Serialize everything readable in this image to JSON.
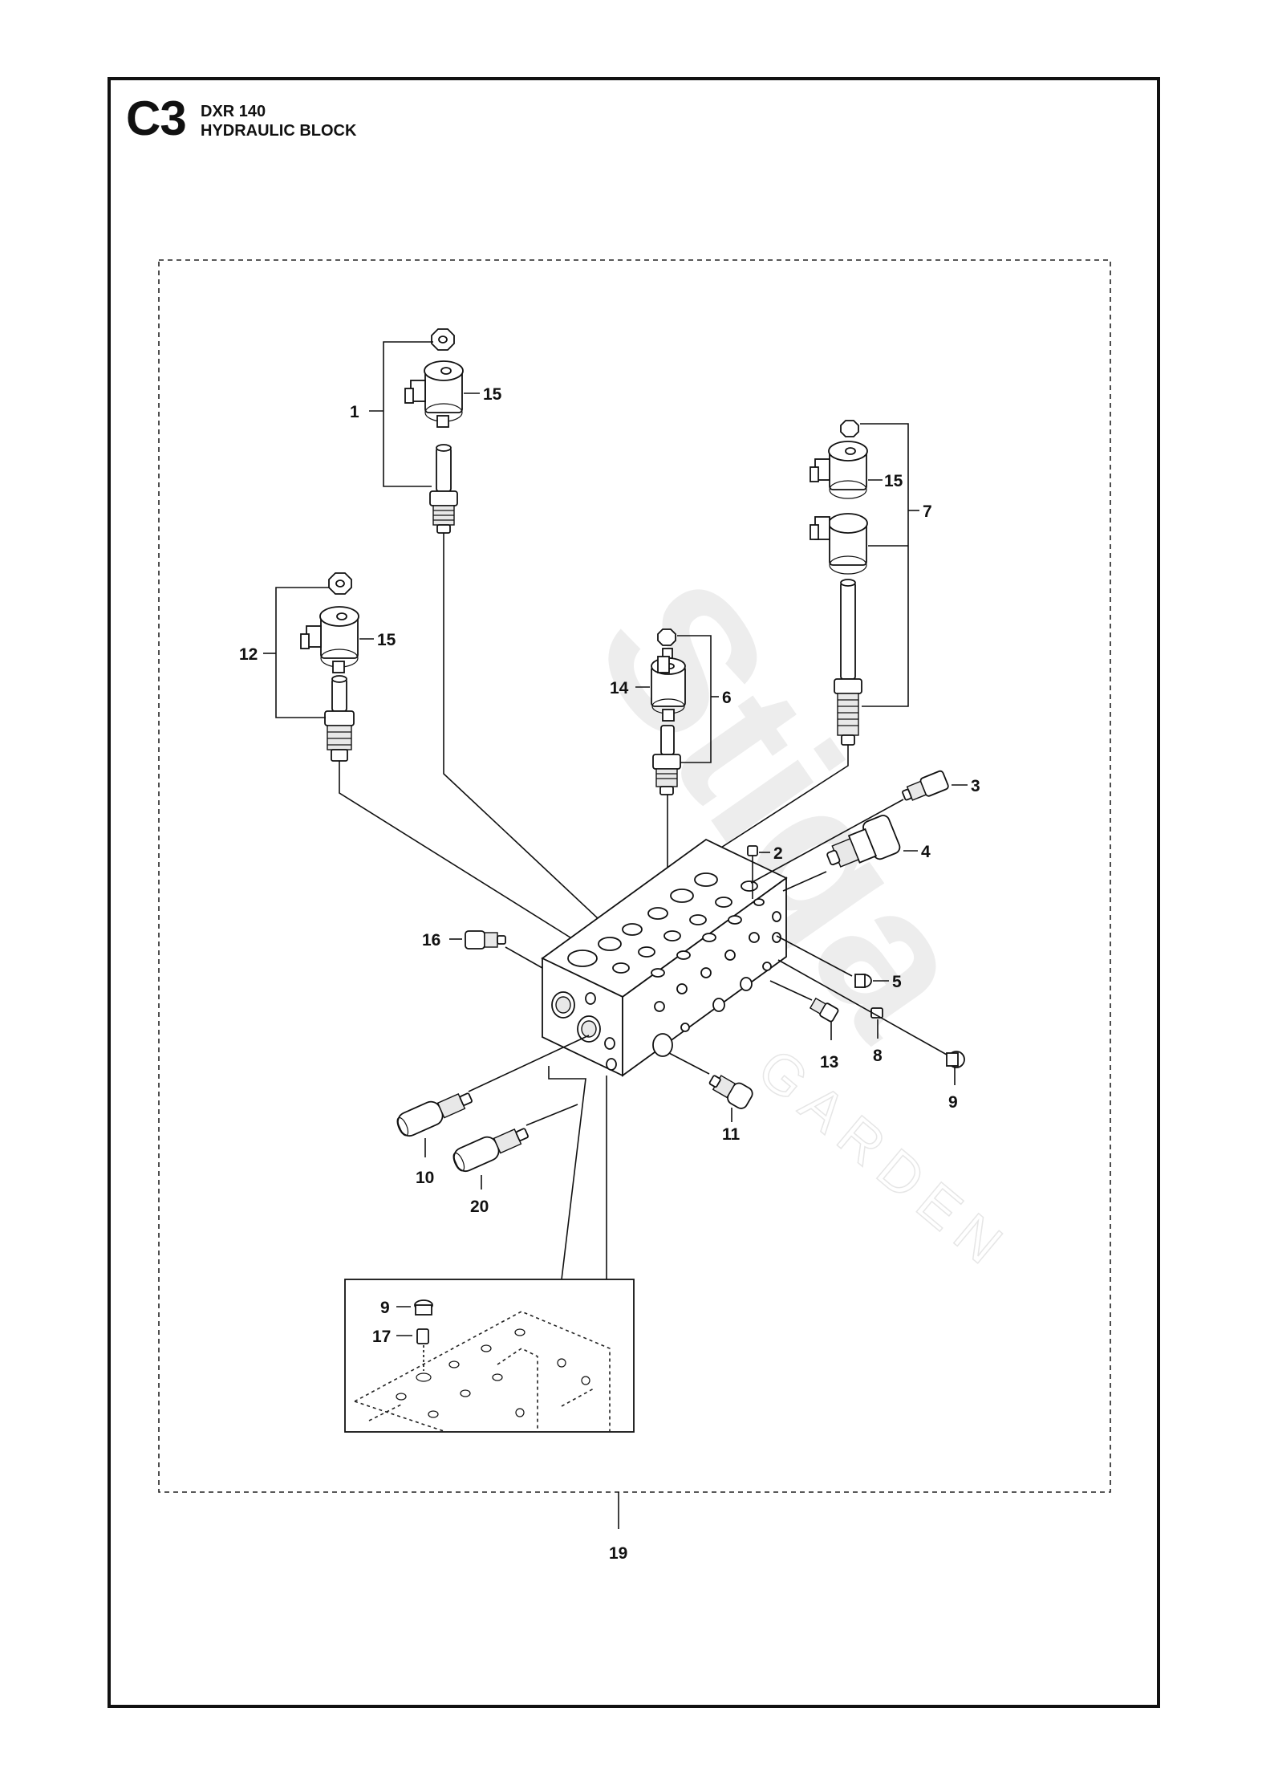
{
  "header": {
    "section_code": "C3",
    "model": "DXR 140",
    "title": "HYDRAULIC BLOCK"
  },
  "watermark": {
    "brand": "Stiga",
    "sub": "GARDEN"
  },
  "callouts": {
    "c1": "1",
    "c2": "2",
    "c3": "3",
    "c4": "4",
    "c5": "5",
    "c6": "6",
    "c7": "7",
    "c8": "8",
    "c9": "9",
    "c9b": "9",
    "c10": "10",
    "c11": "11",
    "c12": "12",
    "c13": "13",
    "c14": "14",
    "c15a": "15",
    "c15b": "15",
    "c15c": "15",
    "c16": "16",
    "c17": "17",
    "c19": "19",
    "c20": "20"
  }
}
